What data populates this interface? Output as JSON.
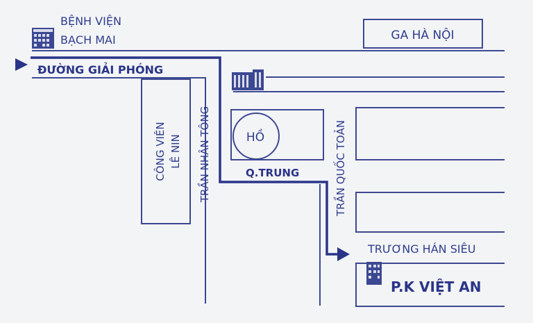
{
  "labels": {
    "hospital_line1": "BỆNH VIỆN",
    "hospital_line2": "BẠCH MAI",
    "station": "GA HÀ NỘI",
    "main_road": "ĐƯỜNG GIẢI PHÓNG",
    "park_line1": "CÔNG VIÊN",
    "park_line2": "LÊ NIN",
    "street_tran_nhan_tong": "TRẦN NHÂN TÔNG",
    "lake": "HỒ",
    "district": "Q.TRUNG",
    "street_tran_quoc_toan": "TRẦN QUỐC TOẢN",
    "street_truong_han_sieu": "TRƯƠNG HÁN SIÊU",
    "clinic": "P.K VIỆT AN"
  },
  "icons": {
    "hospital": "building-icon",
    "mid_block": "building-icon",
    "clinic": "building-icon",
    "start": "arrow-right-icon",
    "end": "arrow-right-icon"
  },
  "colors": {
    "ink": "#2f3d8c",
    "route": "#2a3588",
    "card": "#f3f4f6"
  }
}
